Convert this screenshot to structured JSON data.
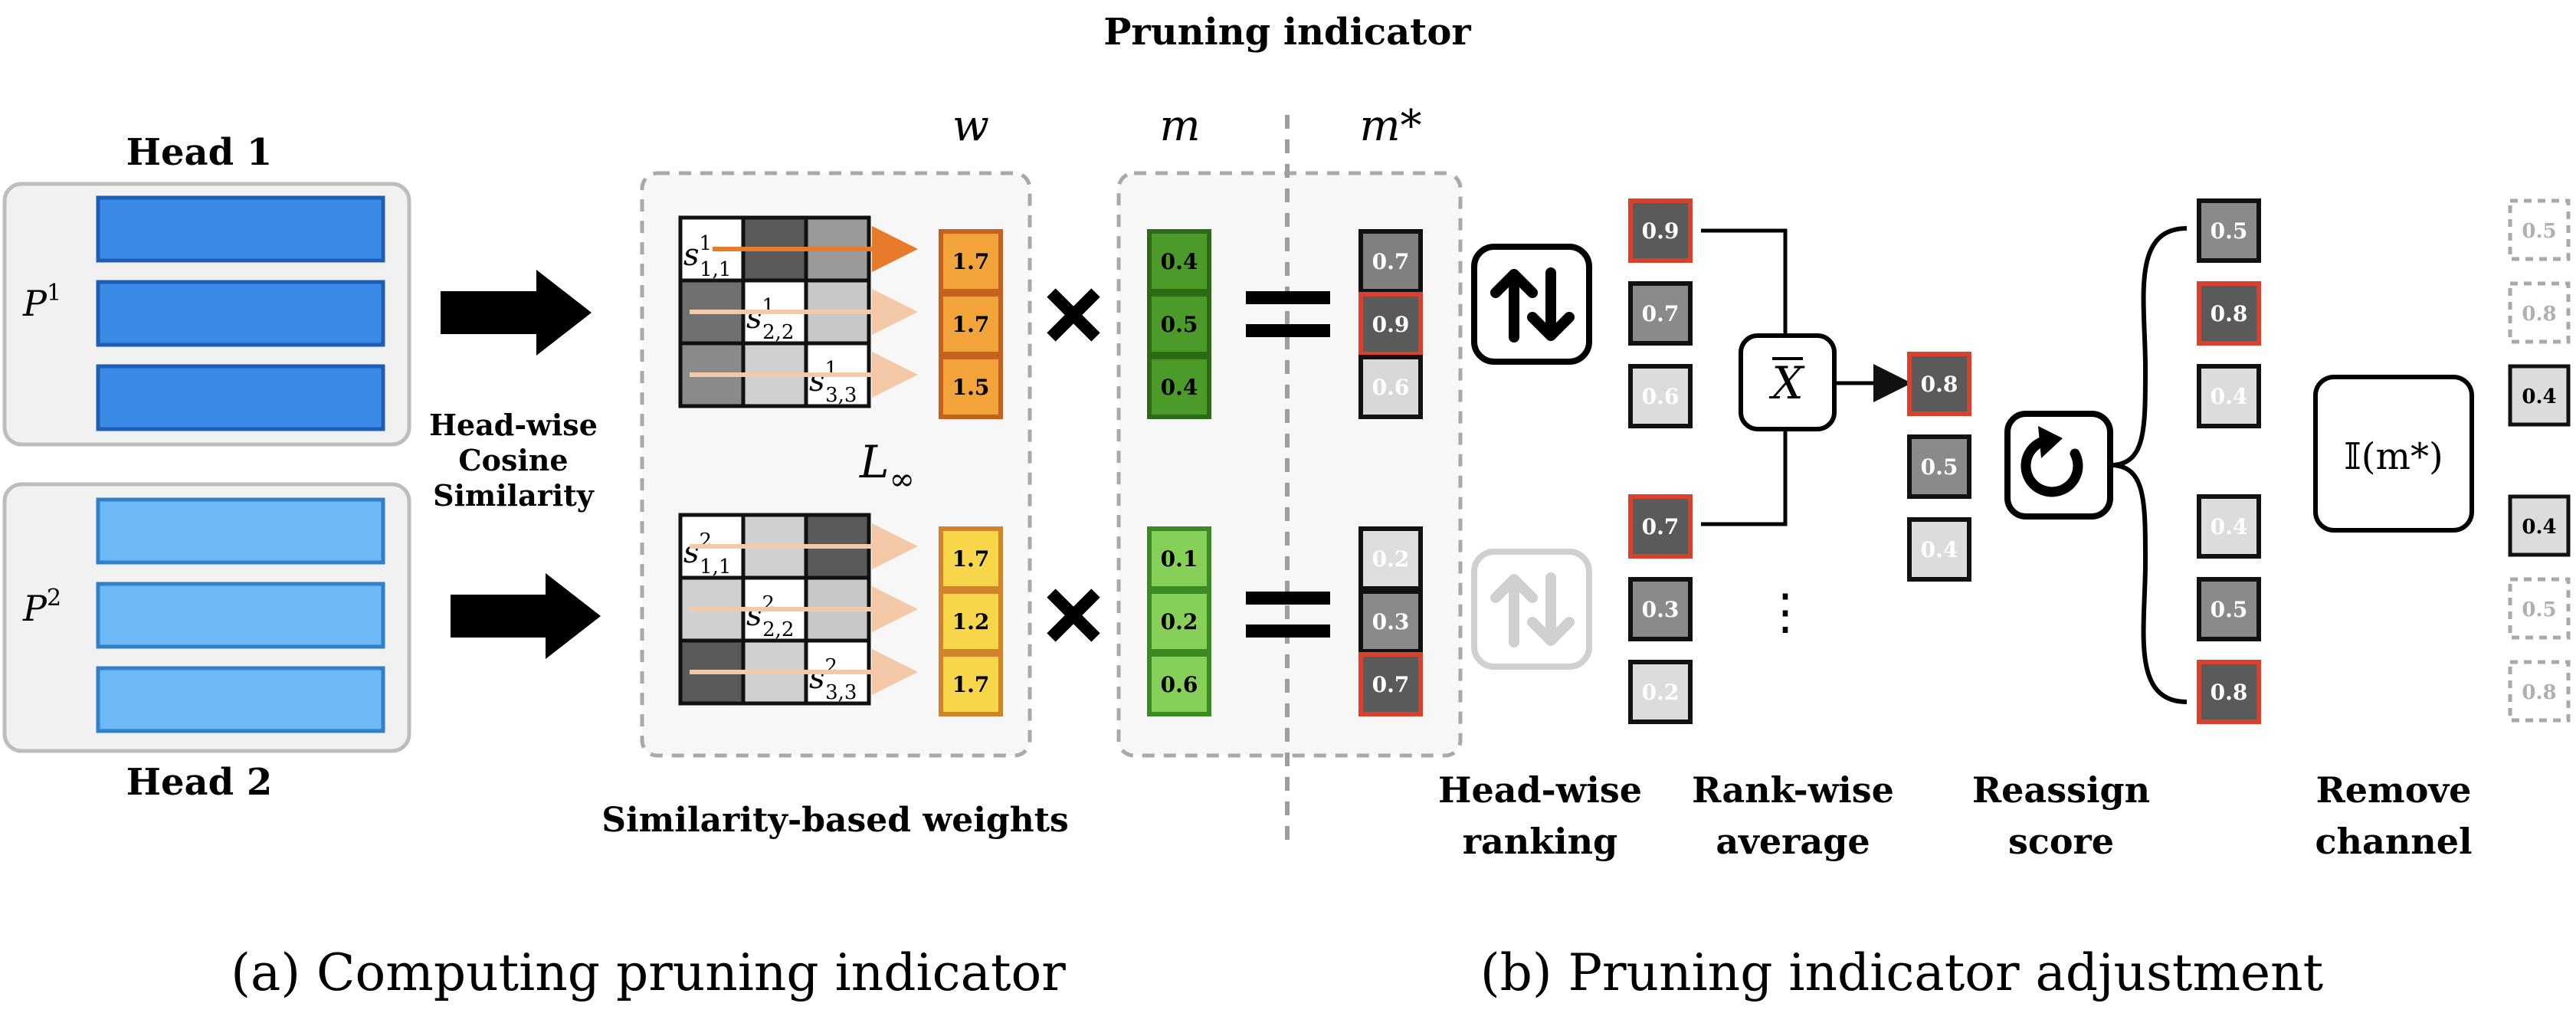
{
  "heads": {
    "head1_label": "Head 1",
    "head2_label": "Head 2",
    "p1_symbol": "P",
    "p1_sup": "1",
    "p2_symbol": "P",
    "p2_sup": "2",
    "bar_color_head1": "#3b8ae6",
    "bar_color_head2": "#6cb9f5"
  },
  "cosine_label": [
    "Head-wise",
    "Cosine",
    "Similarity"
  ],
  "pruning_indicator_title": "Pruning indicator",
  "col_labels": {
    "w": "w",
    "m": "m",
    "m_star": "m*"
  },
  "linf_label": "L",
  "linf_sub": "∞",
  "similarity_caption": "Similarity-based weights",
  "head1_matrix_labels": [
    {
      "base": "s",
      "sup": "1",
      "sub": "1,1"
    },
    {
      "base": "s",
      "sup": "1",
      "sub": "2,2"
    },
    {
      "base": "s",
      "sup": "1",
      "sub": "3,3"
    }
  ],
  "head2_matrix_labels": [
    {
      "base": "s",
      "sup": "2",
      "sub": "1,1"
    },
    {
      "base": "s",
      "sup": "2",
      "sub": "2,2"
    },
    {
      "base": "s",
      "sup": "2",
      "sub": "3,3"
    }
  ],
  "w_values": {
    "head1": [
      "1.7",
      "1.7",
      "1.5"
    ],
    "head2": [
      "1.7",
      "1.2",
      "1.7"
    ]
  },
  "m_values": {
    "head1": [
      "0.4",
      "0.5",
      "0.4"
    ],
    "head2": [
      "0.1",
      "0.2",
      "0.6"
    ]
  },
  "m_star_values": {
    "head1": [
      "0.7",
      "0.9",
      "0.6"
    ],
    "head2": [
      "0.2",
      "0.3",
      "0.7"
    ]
  },
  "ranking_values": {
    "head1": [
      "0.9",
      "0.7",
      "0.6"
    ],
    "head2": [
      "0.7",
      "0.3",
      "0.2"
    ]
  },
  "average_symbol": "X",
  "average_values": [
    "0.8",
    "0.5",
    "0.4"
  ],
  "ellipsis": "⋮",
  "reassign_values": {
    "head1": [
      "0.5",
      "0.8",
      "0.4"
    ],
    "head2": [
      "0.4",
      "0.5",
      "0.8"
    ]
  },
  "indicator_function": "𝕀(m*)",
  "remove_values": [
    "0.5",
    "0.8",
    "0.4",
    "0.4",
    "0.5",
    "0.8"
  ],
  "step_labels": {
    "ranking": [
      "Head-wise",
      "ranking"
    ],
    "average": [
      "Rank-wise",
      "average"
    ],
    "reassign": [
      "Reassign",
      "score"
    ],
    "remove": [
      "Remove",
      "channel"
    ]
  },
  "captions": {
    "a": "(a) Computing pruning indicator",
    "b": "(b) Pruning indicator adjustment"
  },
  "colors": {
    "w_orange": "#f2a33a",
    "w_yellow": "#f7d64a",
    "m_dark_green": "#4c9a2a",
    "m_light_green": "#86cf59",
    "highlight_red": "#d9412f",
    "arrow_orange": "#e87a2c"
  },
  "icons": [
    "swap-vertical-icon",
    "refresh-icon"
  ]
}
